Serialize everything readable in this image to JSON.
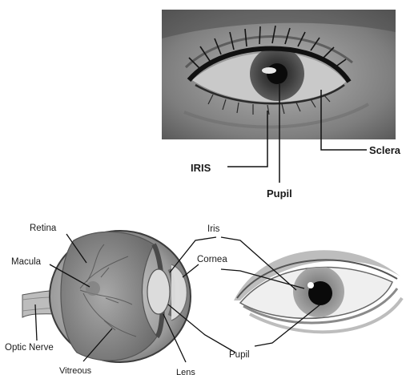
{
  "top_photo": {
    "labels": {
      "iris": "IRIS",
      "pupil": "Pupil",
      "sclera": "Sclera"
    }
  },
  "anatomy": {
    "labels": {
      "retina": "Retina",
      "macula": "Macula",
      "optic_nerve": "Optic Nerve",
      "vitreous": "Vitreous",
      "lens": "Lens",
      "iris": "Iris",
      "cornea": "Cornea",
      "pupil": "Pupil"
    }
  },
  "colors": {
    "leader_line": "#111111",
    "photo_bg": "#8a8a8a",
    "iris_photo": "#3d3d3d",
    "pupil_black": "#0a0a0a"
  }
}
